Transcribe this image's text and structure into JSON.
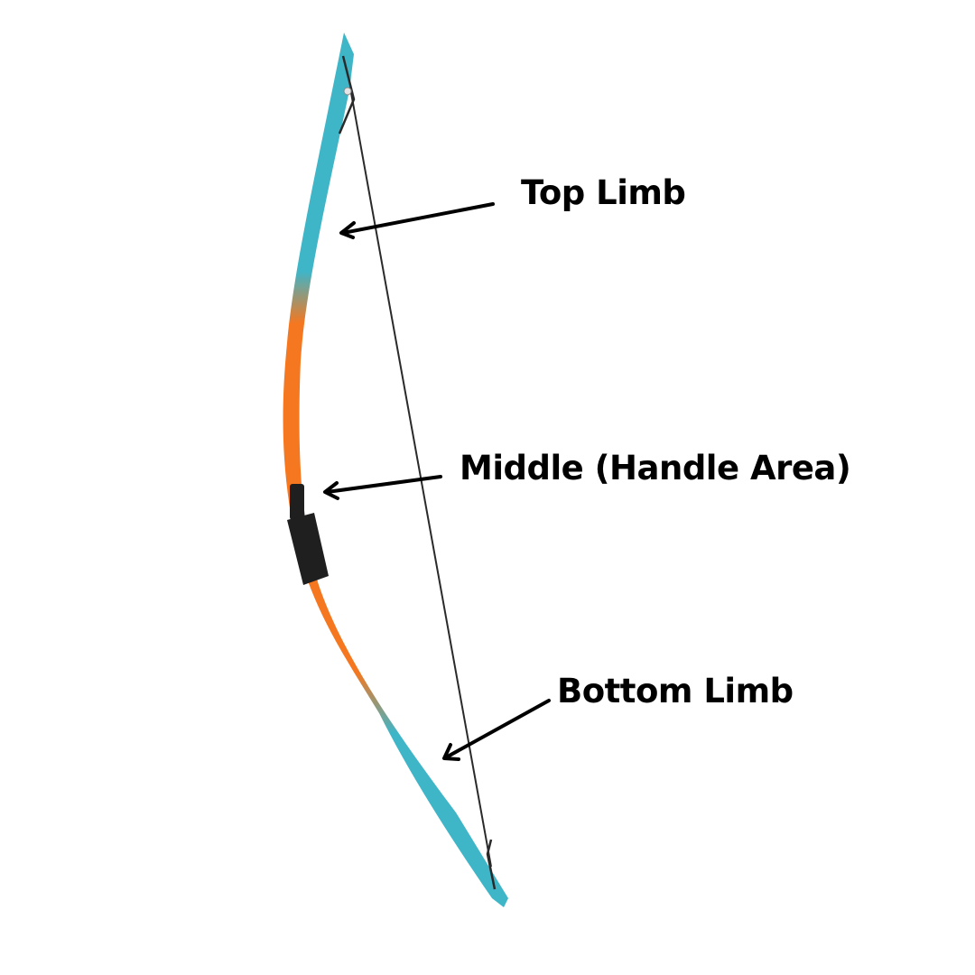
{
  "labels": {
    "top_limb": "Top Limb",
    "middle": "Middle (Handle Area)",
    "bottom_limb": "Bottom Limb"
  },
  "colors": {
    "limb_tip": "#3fb5c8",
    "limb_center": "#f5771f",
    "grip": "#1f1f1f",
    "string": "#2a2a2a",
    "arrow": "#000000",
    "background": "#ffffff"
  }
}
